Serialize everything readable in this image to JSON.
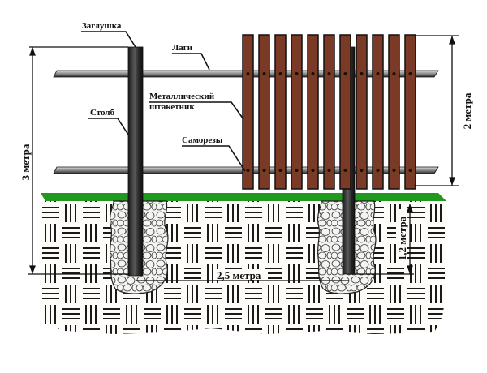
{
  "title": "Схема забора из металлического штакетника",
  "labels": {
    "cap": "Заглушка",
    "rails": "Лаги",
    "picket_line1": "Металлический",
    "picket_line2": "штакетник",
    "post": "Столб",
    "screws": "Саморезы"
  },
  "dimensions": {
    "total_height": "3 метра",
    "fence_height": "2 метра",
    "post_spacing": "2,5 метра",
    "depth": "1,2 метра"
  },
  "components": {
    "picket_count": 11,
    "posts": 2,
    "rails": 2
  },
  "colors": {
    "picket": "#7b3a26",
    "grass": "#1f9a1f",
    "post": "#3a3a3a",
    "rail": "#7a7a7a",
    "ground_line": "#222222"
  }
}
